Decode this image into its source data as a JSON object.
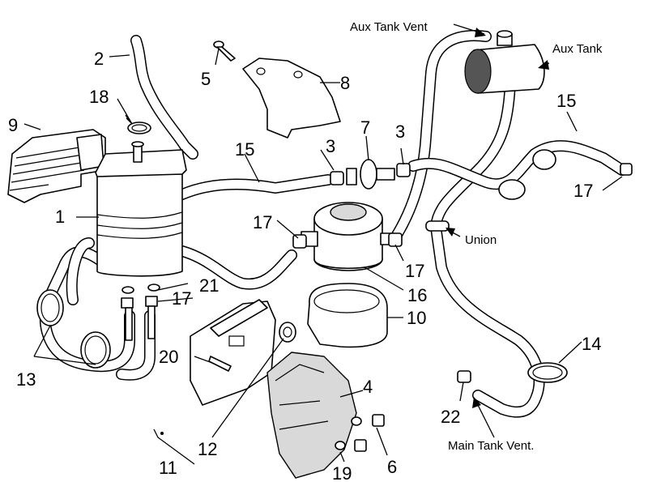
{
  "callouts": {
    "c1": "1",
    "c2": "2",
    "c3a": "3",
    "c3b": "3",
    "c4": "4",
    "c5": "5",
    "c6": "6",
    "c7": "7",
    "c8": "8",
    "c9": "9",
    "c10": "10",
    "c11": "11",
    "c12": "12",
    "c13": "13",
    "c14": "14",
    "c15a": "15",
    "c15b": "15",
    "c16": "16",
    "c17a": "17",
    "c17b": "17",
    "c17c": "17",
    "c17d": "17",
    "c18": "18",
    "c19": "19",
    "c20": "20",
    "c21": "21",
    "c22": "22"
  },
  "labels": {
    "aux_tank_vent": "Aux Tank Vent",
    "aux_tank": "Aux Tank",
    "union": "Union",
    "main_tank_vent": "Main Tank Vent."
  }
}
